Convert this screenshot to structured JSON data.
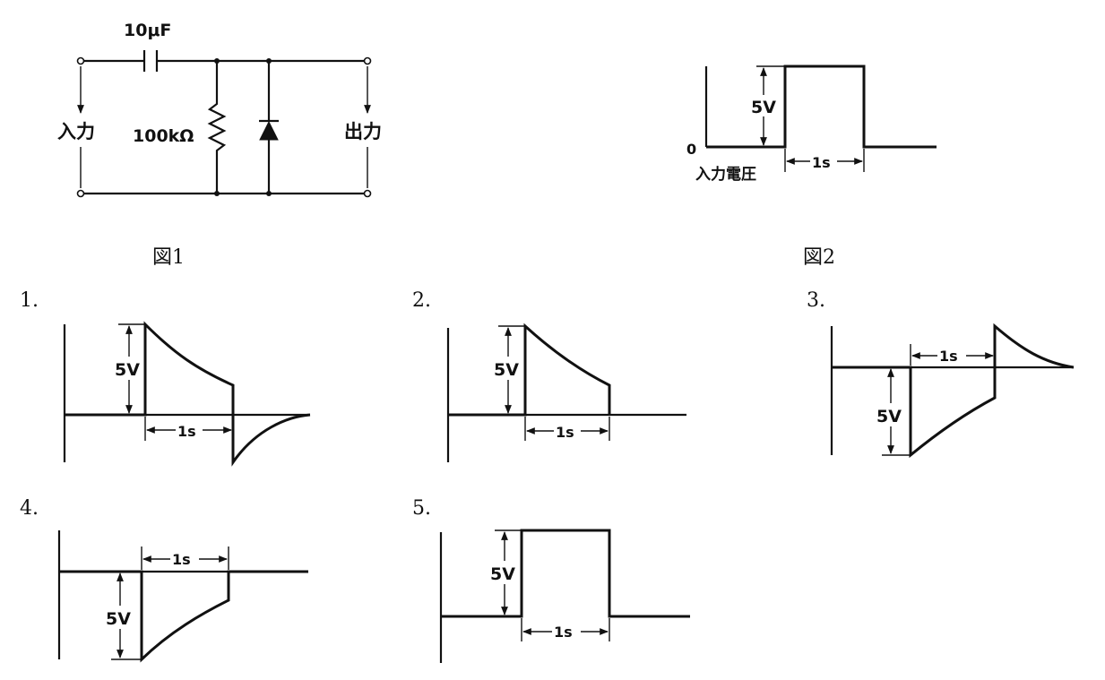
{
  "figure1": {
    "caption": "図1",
    "capacitor_label": "10μF",
    "resistor_label": "100kΩ",
    "input_label": "入力",
    "output_label": "出力"
  },
  "figure2": {
    "caption": "図2",
    "amplitude_label": "5V",
    "zero_label": "0",
    "duration_label": "1s",
    "input_voltage_label": "入力電圧"
  },
  "options": [
    {
      "number": "1.",
      "amplitude_label": "5V",
      "duration_label": "1s"
    },
    {
      "number": "2.",
      "amplitude_label": "5V",
      "duration_label": "1s"
    },
    {
      "number": "3.",
      "amplitude_label": "5V",
      "duration_label": "1s"
    },
    {
      "number": "4.",
      "amplitude_label": "5V",
      "duration_label": "1s"
    },
    {
      "number": "5.",
      "amplitude_label": "5V",
      "duration_label": "1s"
    }
  ]
}
